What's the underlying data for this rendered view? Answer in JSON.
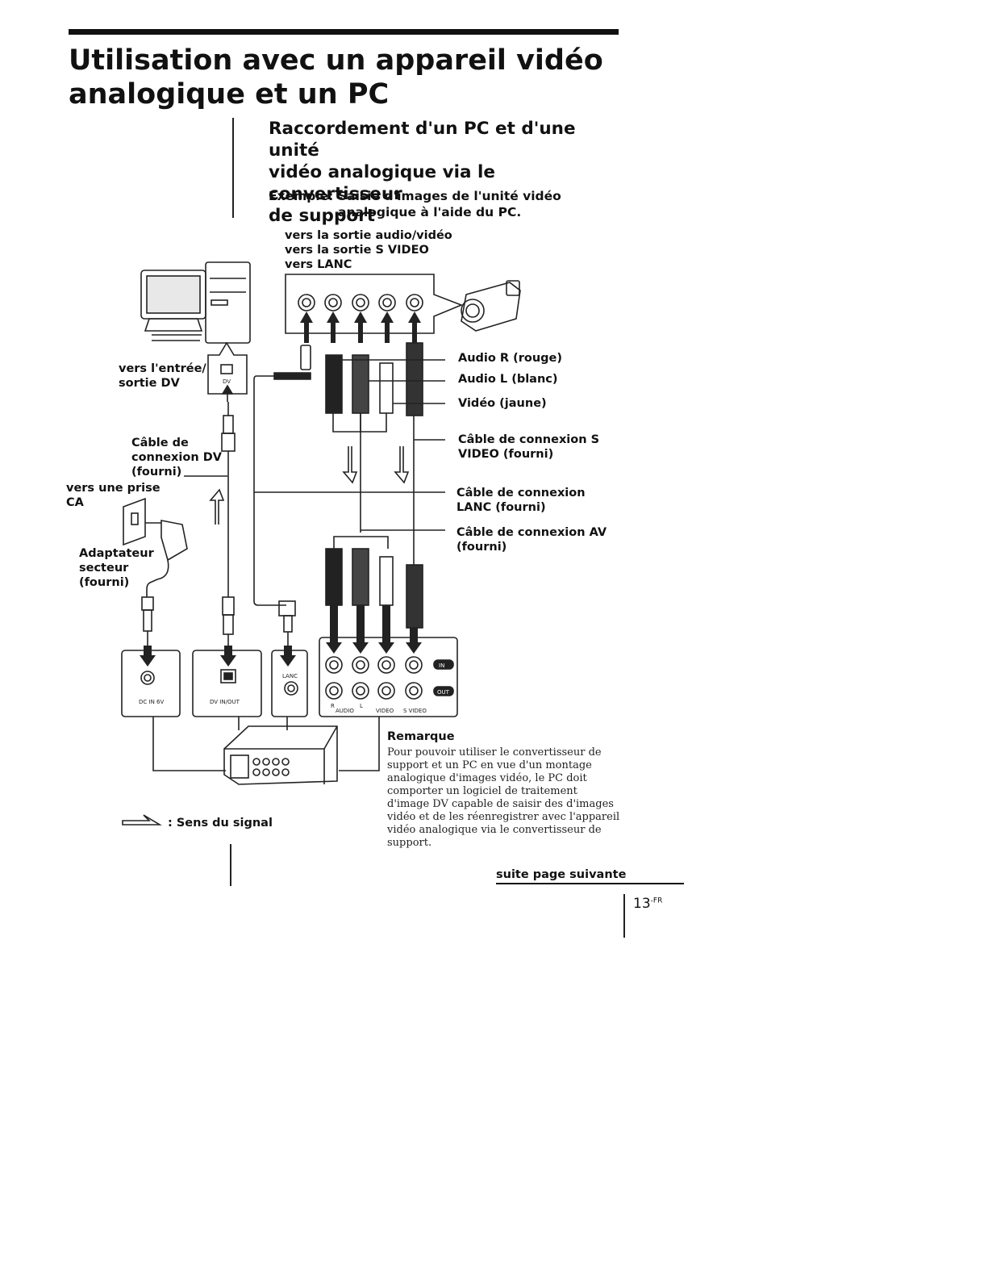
{
  "title": {
    "line1": "Utilisation avec un appareil vidéo",
    "line2": "analogique et un PC"
  },
  "section": {
    "line1": "Raccordement d'un PC et d'une unité",
    "line2": "vidéo analogique via le convertisseur",
    "line3": "de support"
  },
  "example": {
    "label": "Exemple:",
    "line1": "Saisie d'images de l'unité vidéo",
    "line2": "analogique à l'aide du PC."
  },
  "top_labels": {
    "audio_video_out": "vers la sortie audio/vidéo",
    "svideo_out": "vers la sortie S VIDEO",
    "lanc": "vers LANC"
  },
  "left_labels": {
    "dv_io_1": "vers l'entrée/",
    "dv_io_2": "sortie DV",
    "dv_cable_1": "Câble de",
    "dv_cable_2": "connexion DV",
    "dv_cable_3": "(fourni)",
    "outlet_1": "vers une prise",
    "outlet_2": "CA",
    "adapter_1": "Adaptateur",
    "adapter_2": "secteur",
    "adapter_3": "(fourni)"
  },
  "right_labels": {
    "audio_r": "Audio R (rouge)",
    "audio_l": "Audio L (blanc)",
    "video": "Vidéo (jaune)",
    "svideo_cable_1": "Câble de connexion S",
    "svideo_cable_2": "VIDEO (fourni)",
    "lanc_cable_1": "Câble de connexion",
    "lanc_cable_2": "LANC (fourni)",
    "av_cable_1": "Câble de connexion AV",
    "av_cable_2": "(fourni)"
  },
  "panel_labels": {
    "dc_in": "DC IN 6V",
    "dv_inout": "DV IN/OUT",
    "lanc": "LANC",
    "dv_port": "DV",
    "in": "IN",
    "out": "OUT",
    "r": "R",
    "l": "L",
    "audio": "AUDIO",
    "video": "VIDEO",
    "svideo": "S VIDEO"
  },
  "legend": ": Sens du signal",
  "remark": {
    "title": "Remarque",
    "text": "Pour pouvoir utiliser le convertisseur de support et un PC en vue d'un montage analogique d'images vidéo, le PC doit comporter un logiciel de traitement d'image DV capable de saisir des d'images vidéo et de les réenregistrer avec l'appareil vidéo analogique via le convertisseur de support."
  },
  "continued": "suite page suivante",
  "page": {
    "number": "13",
    "suffix": "-FR"
  }
}
